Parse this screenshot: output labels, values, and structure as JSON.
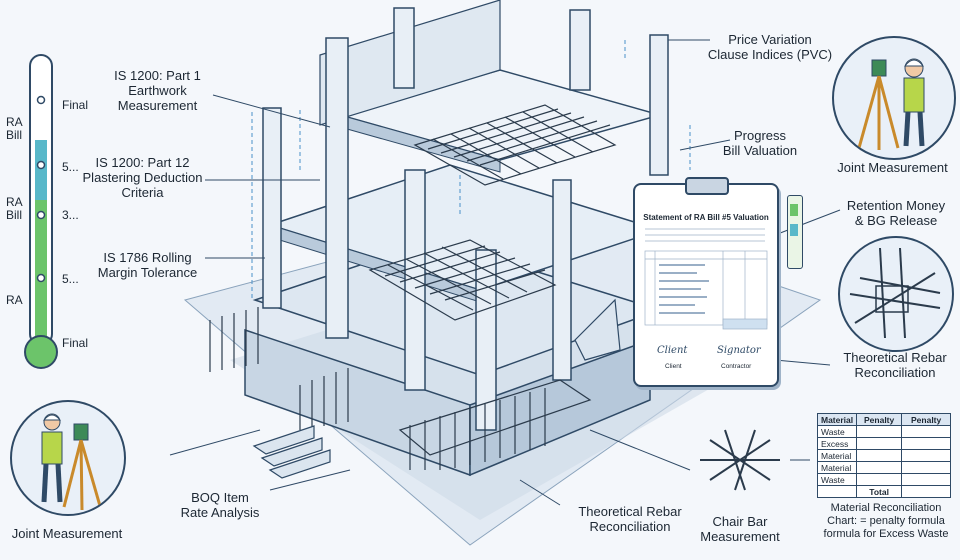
{
  "thermometer": {
    "labels": [
      "Final",
      "RA\nBill",
      "5...",
      "RA\nBill",
      "3...",
      "5...",
      "RA",
      "Final"
    ],
    "fill_color": "#6cc46a",
    "top_fill_color": "#58b8c9"
  },
  "callouts": {
    "is1200_p1": "IS 1200: Part 1\nEarthwork\nMeasurement",
    "is1200_p12": "IS 1200: Part 12\nPlastering Deduction\nCriteria",
    "is1786": "IS 1786 Rolling\nMargin Tolerance",
    "pvc": "Price Variation\nClause Indices (PVC)",
    "progress": "Progress\nBill Valuation",
    "joint_top": "Joint Measurement",
    "retention": "Retention Money\n& BG Release",
    "rebar_right": "Theoretical Rebar\nReconciliation",
    "boq": "BOQ Item\nRate Analysis",
    "rebar_bottom": "Theoretical Rebar\nReconciliation",
    "chair": "Chair Bar\nMeasurement",
    "joint_bottom": "Joint Measurement",
    "mr_caption": "Material Reconciliation\nChart: = penalty formula\nformula for Excess Waste"
  },
  "clipboard": {
    "title": "Statement of RA Bill #5 Valuation",
    "sig_left_script": "Client",
    "sig_left_label": "Client",
    "sig_right_script": "Signator",
    "sig_right_label": "Contractor"
  },
  "material_table": {
    "headers": [
      "Material",
      "Penalty",
      "Penalty"
    ],
    "rows": [
      "Waste",
      "Excess",
      "Material",
      "Material",
      "Waste"
    ],
    "total": "Total"
  },
  "colors": {
    "line": "#2f4a66",
    "concrete": "#dbe5ef",
    "concrete_dark": "#a9bdd1",
    "accent_green": "#6cc46a"
  }
}
